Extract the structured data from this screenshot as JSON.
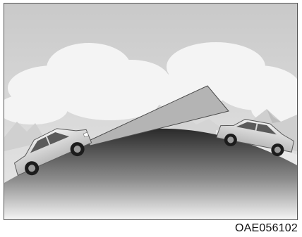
{
  "figure": {
    "code": "OAE056102"
  },
  "scene": {
    "sky_top": "#c9c9c9",
    "sky_bottom": "#e6e6e6",
    "cloud_color": "#f4f4f4",
    "hill_top": "#2e2e2e",
    "hill_bottom": "#f2f2f2",
    "beam_color": "#b4b4b4",
    "beam_outline": "#4a4a4a",
    "car_body": "#d2d2d2",
    "car_window": "#5a5a5a",
    "wheel_color": "#1c1c1c"
  },
  "objects": [
    {
      "name": "car-climbing-hill",
      "icon": "car-icon"
    },
    {
      "name": "oncoming-car",
      "icon": "car-icon"
    },
    {
      "name": "headlight-beam",
      "icon": "light-beam-icon"
    }
  ]
}
